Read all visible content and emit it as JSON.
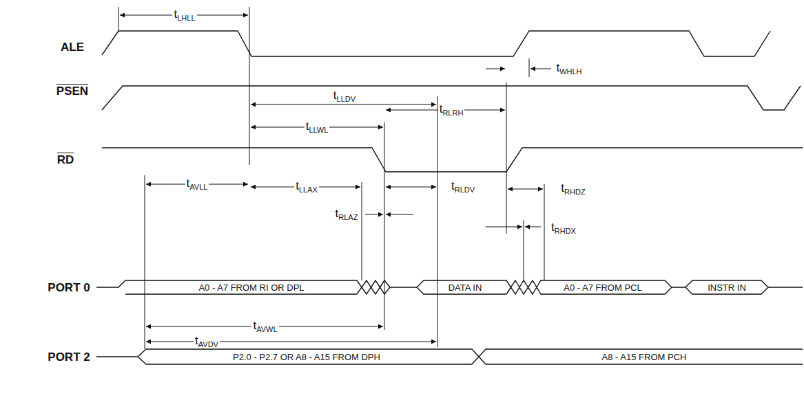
{
  "diagram": {
    "labels": [
      "ALE",
      "PSEN",
      "RD",
      "PORT 0",
      "PORT 2",
      "tLHLL",
      "tWHLH",
      "tLLDV",
      "tRLRH",
      "tLLWL",
      "tLLAX",
      "tRLDV",
      "tRHDZ",
      "tAVLL",
      "tRLAZ",
      "tRHDX",
      "tAVWL",
      "tAVDV",
      "A0 - A7 FROM RI OR DPL",
      "DATA IN",
      "A0 - A7 FROM PCL",
      "INSTR IN",
      "P2.0 - P2.7 OR A8 - A15 FROM DPH",
      "A8 - A15 FROM PCH"
    ]
  }
}
